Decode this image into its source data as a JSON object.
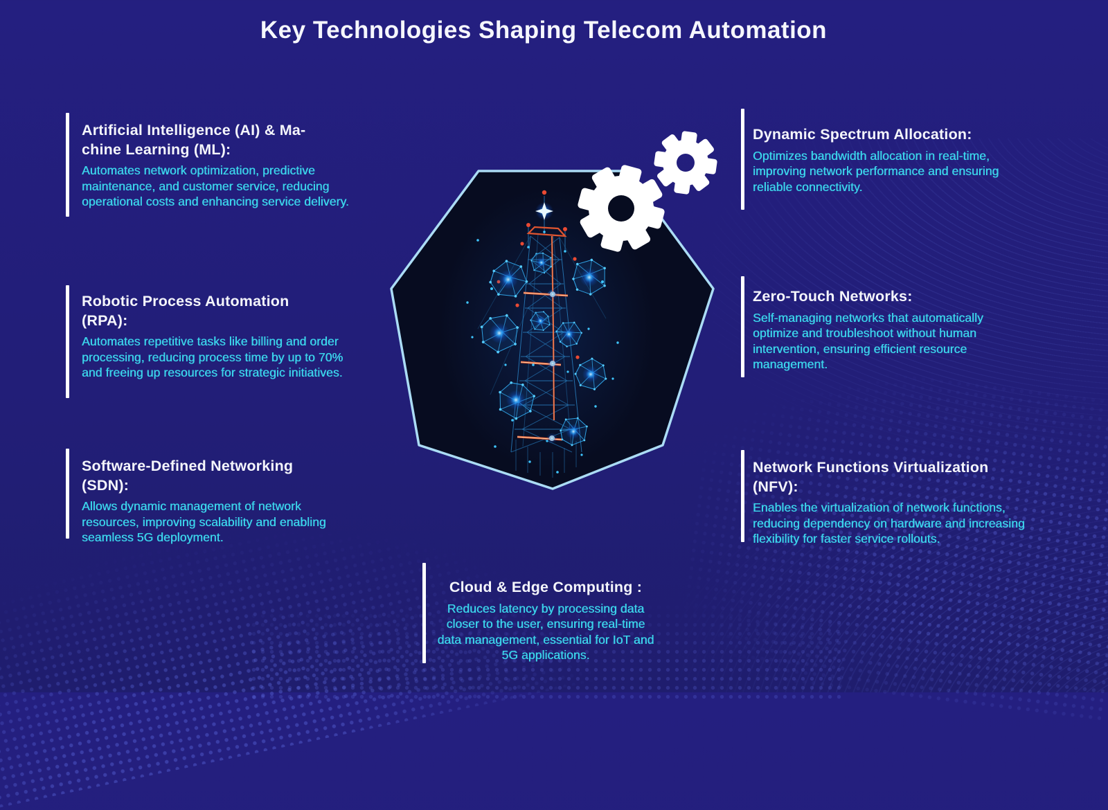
{
  "title": "Key Technologies Shaping Telecom Automation",
  "colors": {
    "background": "#221E78",
    "accent_text": "#3BD3EA",
    "heading_text": "#F5F6FC",
    "accent_bar": "#FFFFFF",
    "octagon_border": "#ABDCF5",
    "octagon_fill": "#070C20",
    "gear": "#FFFFFF"
  },
  "sections": {
    "left": [
      {
        "id": "ai-ml",
        "heading": "Artificial Intelligence (AI) & Ma-\nchine Learning (ML):",
        "body": "Automates network optimization, predictive maintenance, and customer service, reducing operational costs and enhancing service delivery."
      },
      {
        "id": "rpa",
        "heading": "Robotic Process Automation\n(RPA):",
        "body": "Automates repetitive tasks like billing and order processing, reducing process time by up to 70% and freeing up resources for strategic initiatives."
      },
      {
        "id": "sdn",
        "heading": "Software-Defined Networking\n(SDN):",
        "body": "Allows dynamic management of network resources, improving scalability and enabling seamless 5G deployment."
      }
    ],
    "right": [
      {
        "id": "dsa",
        "heading": "Dynamic Spectrum Allocation:",
        "body": "Optimizes bandwidth allocation in real-time, improving network performance and ensuring reliable connectivity."
      },
      {
        "id": "ztn",
        "heading": "Zero-Touch Networks:",
        "body": "Self-managing networks that automatically optimize and troubleshoot without human intervention, ensuring efficient resource management."
      },
      {
        "id": "nfv",
        "heading": "Network Functions Virtualization\n(NFV):",
        "body": "Enables the virtualization of network functions, reducing dependency on hardware and increasing flexibility for faster service rollouts."
      }
    ],
    "bottom": {
      "id": "cloud-edge",
      "heading": "Cloud & Edge Computing :",
      "body": "Reduces latency by processing data closer to the user, ensuring real-time data management, essential for IoT and 5G applications."
    }
  },
  "center_graphic": {
    "icons": [
      "telecom-tower",
      "gear-icon",
      "gear-icon"
    ],
    "frame_shape": "octagon"
  }
}
